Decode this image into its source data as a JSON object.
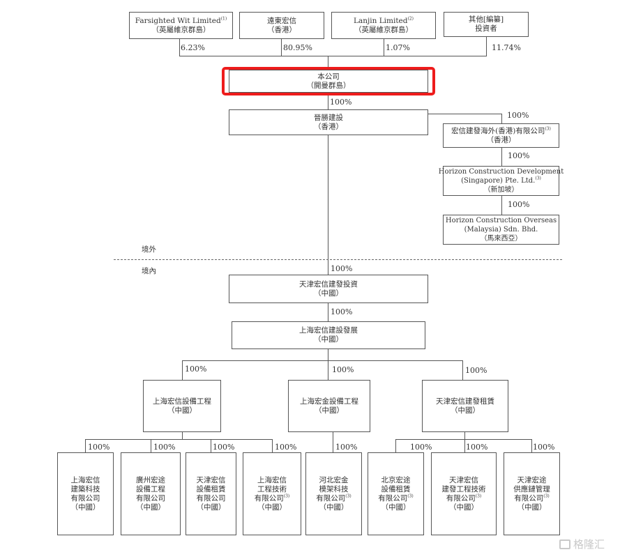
{
  "shareholders": [
    {
      "name": "Farsighted Wit Limited",
      "note": "(1)",
      "sub": "（英屬維京群島）",
      "pct": "6.23%"
    },
    {
      "name": "遠東宏信",
      "note": "",
      "sub": "（香港）",
      "pct": "80.95%"
    },
    {
      "name": "Lanjin Limited",
      "note": "(2)",
      "sub": "（英屬維京群島）",
      "pct": "1.07%"
    },
    {
      "name": "其他[編纂]",
      "note": "",
      "sub": "投資者",
      "pct": "11.74%"
    }
  ],
  "company": {
    "name": "本公司",
    "sub": "（開曼群島）",
    "highlight_color": "#ee1c1c"
  },
  "offshore": {
    "hk_holding": {
      "name": "晉勝建設",
      "sub": "（香港）",
      "pct": "100%"
    },
    "overseas_chain": [
      {
        "name": "宏信建發海外(香港)有限公司",
        "note": "(3)",
        "sub": "（香港）",
        "pct": "100%"
      },
      {
        "name": "Horizon Construction Development",
        "name2": "(Singapore) Pte. Ltd.",
        "note": "(3)",
        "sub": "（新加坡）",
        "pct": "100%"
      },
      {
        "name": "Horizon Construction Overseas",
        "name2": "(Malaysia) Sdn. Bhd.",
        "note": "",
        "sub": "（馬來西亞）",
        "pct": "100%"
      }
    ]
  },
  "zones": {
    "offshore": "境外",
    "onshore": "境內"
  },
  "onshore": {
    "tianjin_invest": {
      "name": "天津宏信建發投資",
      "sub": "（中國）",
      "pct": "100%"
    },
    "shanghai_dev": {
      "name": "上海宏信建設發展",
      "sub": "（中國）",
      "pct": "100%"
    },
    "tier3": [
      {
        "name": "上海宏信設備工程",
        "sub": "（中國）",
        "pct": "100%"
      },
      {
        "name": "上海宏金設備工程",
        "sub": "（中國）",
        "pct": "100%"
      },
      {
        "name": "天津宏信建發租賃",
        "sub": "（中國）",
        "pct": "100%"
      }
    ],
    "tier4": [
      {
        "l1": "上海宏信",
        "l2": "建築科技",
        "l3": "有限公司",
        "note": "",
        "sub": "（中國）",
        "pct": "100%"
      },
      {
        "l1": "廣州宏途",
        "l2": "設備工程",
        "l3": "有限公司",
        "note": "",
        "sub": "（中國）",
        "pct": "100%"
      },
      {
        "l1": "天津宏信",
        "l2": "設備租賃",
        "l3": "有限公司",
        "note": "",
        "sub": "（中國）",
        "pct": "100%"
      },
      {
        "l1": "上海宏信",
        "l2": "工程技術",
        "l3": "有限公司",
        "note": "(3)",
        "sub": "（中國）",
        "pct": "100%"
      },
      {
        "l1": "河北宏金",
        "l2": "模架科技",
        "l3": "有限公司",
        "note": "(3)",
        "sub": "（中國）",
        "pct": "100%"
      },
      {
        "l1": "北京宏途",
        "l2": "設備租賃",
        "l3": "有限公司",
        "note": "(3)",
        "sub": "（中國）",
        "pct": "100%"
      },
      {
        "l1": "天津宏信",
        "l2": "建發工程技術",
        "l3": "有限公司",
        "note": "(3)",
        "sub": "（中國）",
        "pct": "100%"
      },
      {
        "l1": "天津宏途",
        "l2": "供應鏈管理",
        "l3": "有限公司",
        "note": "(3)",
        "sub": "（中國）",
        "pct": "100%"
      }
    ]
  },
  "watermark": "格隆汇"
}
